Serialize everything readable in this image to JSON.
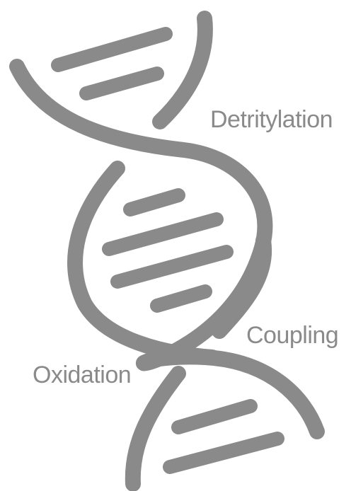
{
  "labels": {
    "detritylation": "Detritylation",
    "coupling": "Coupling",
    "oxidation": "Oxidation"
  },
  "colors": {
    "helix": "#8a8a8a",
    "text": "#8a8a8a",
    "background": "#ffffff"
  }
}
